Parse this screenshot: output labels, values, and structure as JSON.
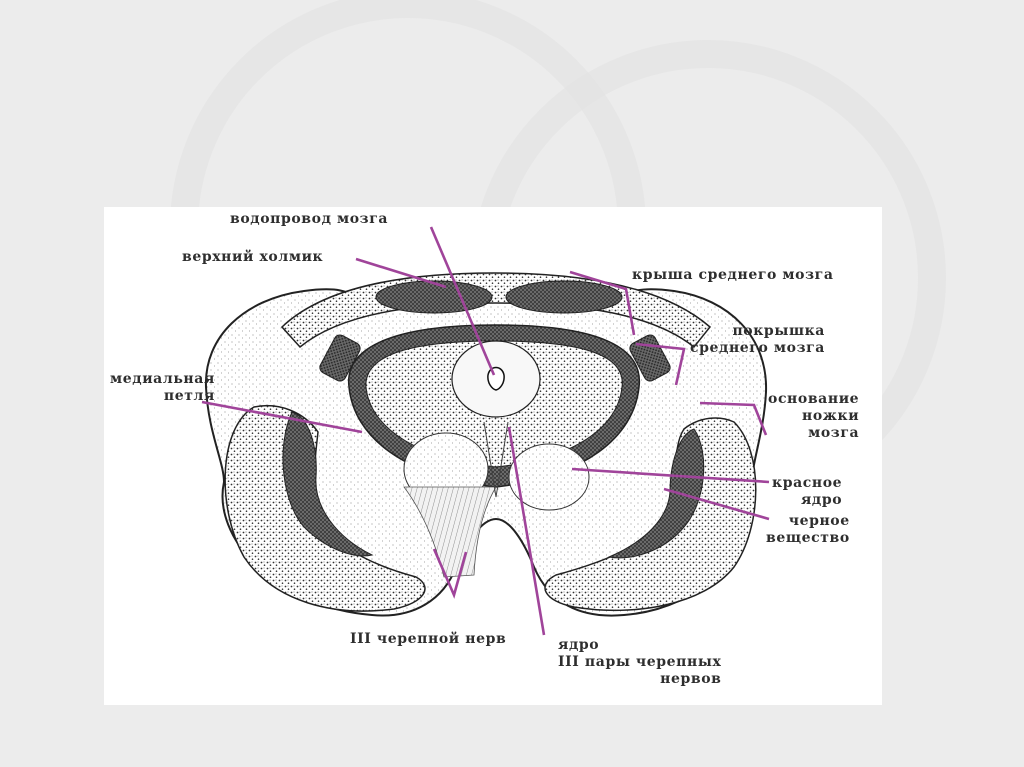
{
  "diagram": {
    "accent_color": "#a0449a",
    "labels": {
      "aqueduct": "водопровод мозга",
      "superior_colliculus": "верхний холмик",
      "tectum": "крыша среднего мозга",
      "tegmentum_line1": "покрышка",
      "tegmentum_line2": "среднего мозга",
      "medial_lemniscus_line1": "медиальная",
      "medial_lemniscus_line2": "петля",
      "peduncle_base_line1": "основание",
      "peduncle_base_line2": "ножки",
      "peduncle_base_line3": "мозга",
      "red_nucleus_line1": "красное",
      "red_nucleus_line2": "ядро",
      "substantia_nigra_line1": "черное",
      "substantia_nigra_line2": "вещество",
      "oculomotor_nerve": "III черепной нерв",
      "oculomotor_nucleus_line1": "ядро",
      "oculomotor_nucleus_line2": "III пары черепных",
      "oculomotor_nucleus_line3": "нервов"
    }
  }
}
